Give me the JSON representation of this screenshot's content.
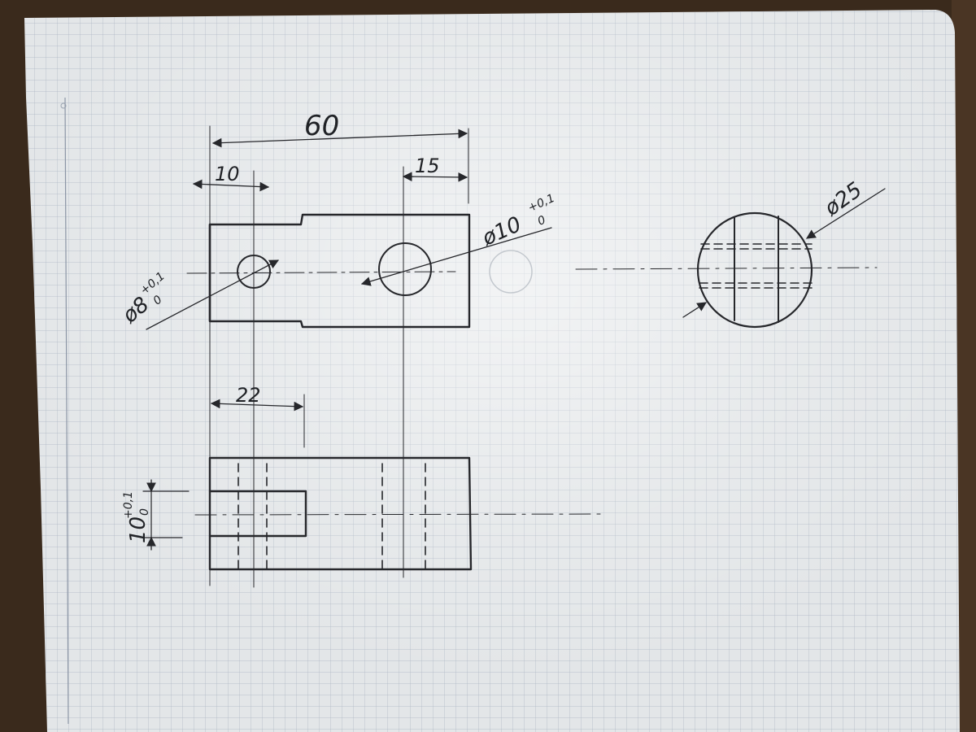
{
  "drawing": {
    "dims": {
      "overall_length": "60",
      "hole_offset": "10",
      "right_offset": "15",
      "slot_depth": "22",
      "outer_diameter": "ø25",
      "small_hole_diameter": "ø8",
      "small_hole_tol_upper": "+0,1",
      "small_hole_tol_lower": "0",
      "large_hole_diameter": "ø10",
      "large_hole_tol_upper": "+0,1",
      "large_hole_tol_lower": "0",
      "slot_width": "10",
      "slot_width_tol_upper": "+0,1",
      "slot_width_tol_lower": "0"
    }
  },
  "colors": {
    "paper": "#e6e8ea",
    "grid": "#aab4c2",
    "ink": "#26272b",
    "desk": "#3a2a1c"
  }
}
